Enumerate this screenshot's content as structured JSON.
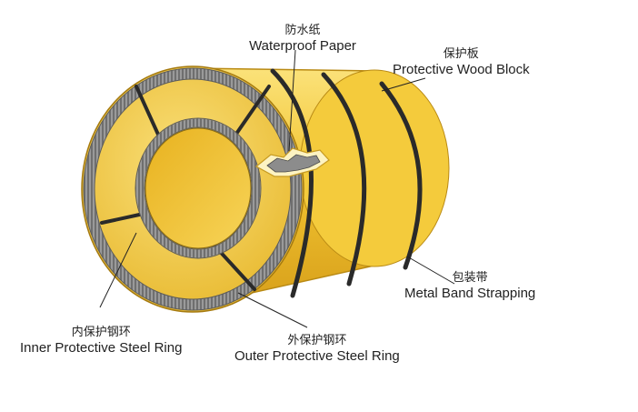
{
  "labels": {
    "waterproof_paper": {
      "zh": "防水纸",
      "en": "Waterproof Paper"
    },
    "wood_block": {
      "zh": "保护板",
      "en": "Protective Wood Block"
    },
    "band_strapping": {
      "zh": "包装带",
      "en": "Metal Band Strapping"
    },
    "inner_ring": {
      "zh": "内保护钢环",
      "en": "Inner Protective Steel Ring"
    },
    "outer_ring": {
      "zh": "外保护钢环",
      "en": "Outer Protective Steel Ring"
    }
  },
  "colors": {
    "coil_yellow": "#f2c431",
    "coil_highlight": "#fbe27a",
    "coil_shadow": "#d79f1a",
    "ring_gray": "#8a8a8a",
    "band_dark": "#2a2a2a"
  }
}
